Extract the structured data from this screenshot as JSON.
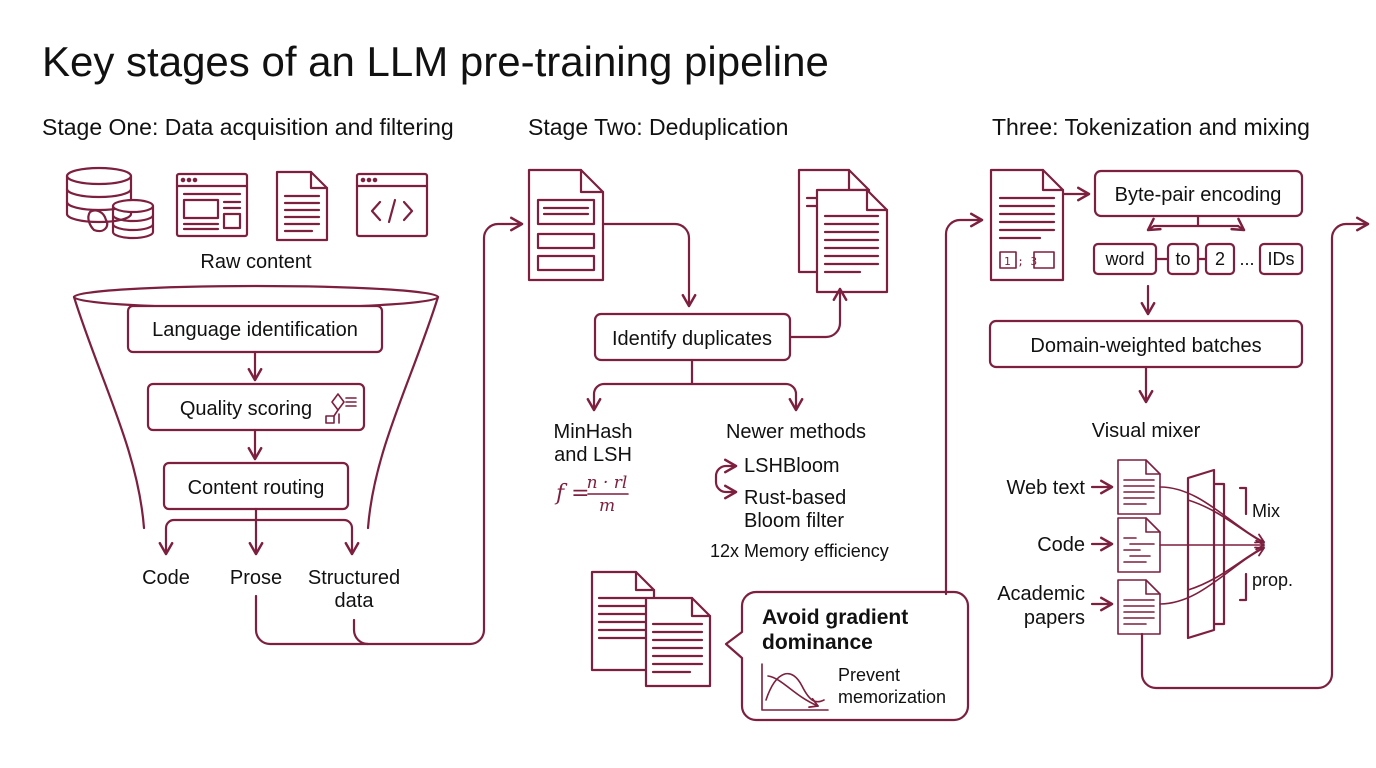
{
  "title": "Key stages of an LLM pre-training pipeline",
  "stages": {
    "one": "Stage One: Data acquisition and filtering",
    "two": "Stage Two: Deduplication",
    "three": "Three: Tokenization and mixing"
  },
  "stage_one": {
    "raw_content": "Raw content",
    "language_identification": "Language identification",
    "quality_scoring": "Quality scoring",
    "content_routing": "Content routing",
    "outputs": [
      "Code",
      "Prose",
      "Structured",
      "data"
    ]
  },
  "stage_two": {
    "identify_duplicates": "Identify duplicates",
    "minhash": [
      "MinHash",
      "and LSH"
    ],
    "formula": {
      "lhs": "f =",
      "num": "n · rl",
      "den": "m"
    },
    "newer_methods": "Newer methods",
    "lshbloom": "LSHBloom",
    "rust_bloom": [
      "Rust-based",
      "Bloom filter"
    ],
    "memory_efficiency": "12x Memory efficiency",
    "callout_title": [
      "Avoid gradient",
      "dominance"
    ],
    "callout_sub": [
      "Prevent",
      "memorization"
    ]
  },
  "stage_three": {
    "token_icon": "1 ; 3",
    "bpe": "Byte-pair encoding",
    "tokens": [
      "word",
      "to",
      "2",
      "...",
      "IDs"
    ],
    "domain_weighted": "Domain-weighted batches",
    "visual_mixer": "Visual mixer",
    "sources": [
      "Web text",
      "Code",
      "Academic",
      "papers"
    ],
    "mix": "Mix",
    "prop": "prop."
  },
  "colors": {
    "accent": "#7d1f3e",
    "text": "#111111",
    "background": "#ffffff"
  }
}
